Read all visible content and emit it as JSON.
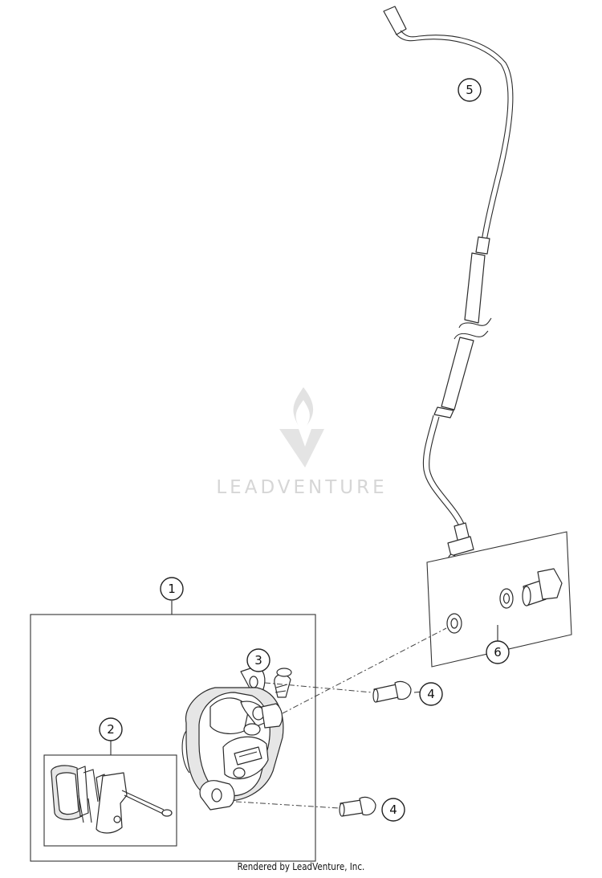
{
  "watermark": {
    "text": "LEADVENTURE"
  },
  "footer": {
    "text": "Rendered by LeadVenture, Inc."
  },
  "callouts": [
    "1",
    "2",
    "3",
    "4",
    "4",
    "5",
    "6"
  ]
}
